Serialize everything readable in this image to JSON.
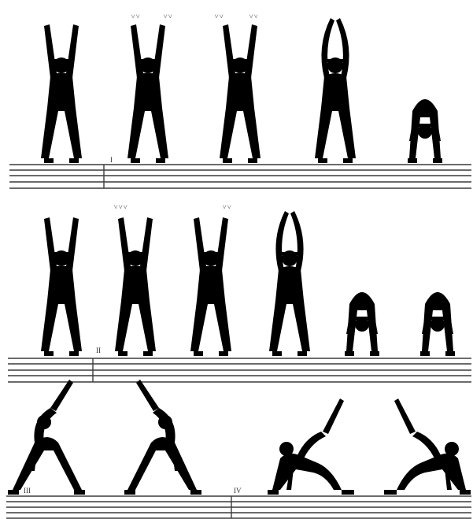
{
  "rows": [
    {
      "label": "I",
      "figures": [
        "arms-up",
        "arms-up-clap",
        "arms-up-clap",
        "arms-arch",
        "forward-bend"
      ]
    },
    {
      "label": "II",
      "figures": [
        "arms-up",
        "arms-up-clap",
        "arms-up-clap",
        "arms-arch",
        "forward-bend",
        "forward-bend"
      ]
    },
    {
      "label": "III",
      "figures": [
        "side-bend-left",
        "side-bend-right"
      ]
    },
    {
      "label": "IV",
      "figures": [
        "lunge-twist-left",
        "lunge-twist-right"
      ]
    }
  ],
  "colors": {
    "suit": "#2f86b8",
    "skin": "#f3d6a8",
    "staff": "#3a3a3a"
  }
}
